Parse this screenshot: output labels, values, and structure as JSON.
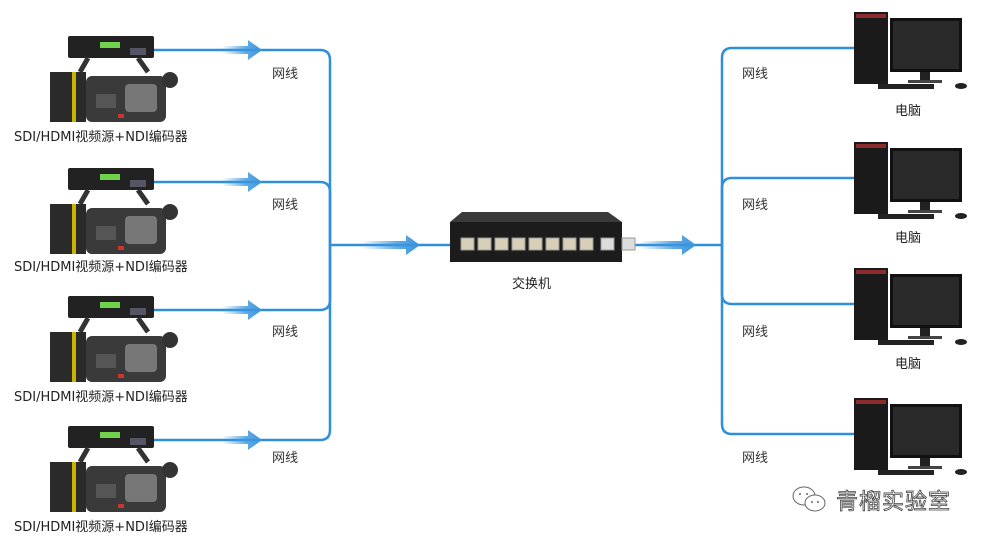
{
  "colors": {
    "line": "#2f8fdc",
    "arrow": "#3a95de",
    "device": "#1e1e1e"
  },
  "sources": [
    {
      "caption": "SDI/HDMI视频源+NDI编码器",
      "cable": "网线"
    },
    {
      "caption": "SDI/HDMI视频源+NDI编码器",
      "cable": "网线"
    },
    {
      "caption": "SDI/HDMI视频源+NDI编码器",
      "cable": "网线"
    },
    {
      "caption": "SDI/HDMI视频源+NDI编码器",
      "cable": "网线"
    }
  ],
  "switch": {
    "label": "交换机"
  },
  "computers": [
    {
      "caption": "电脑",
      "cable": "网线"
    },
    {
      "caption": "电脑",
      "cable": "网线"
    },
    {
      "caption": "电脑",
      "cable": "网线"
    },
    {
      "caption": "",
      "cable": "网线"
    }
  ],
  "watermark": {
    "text": "青榴实验室",
    "icon": "wechat-icon"
  }
}
